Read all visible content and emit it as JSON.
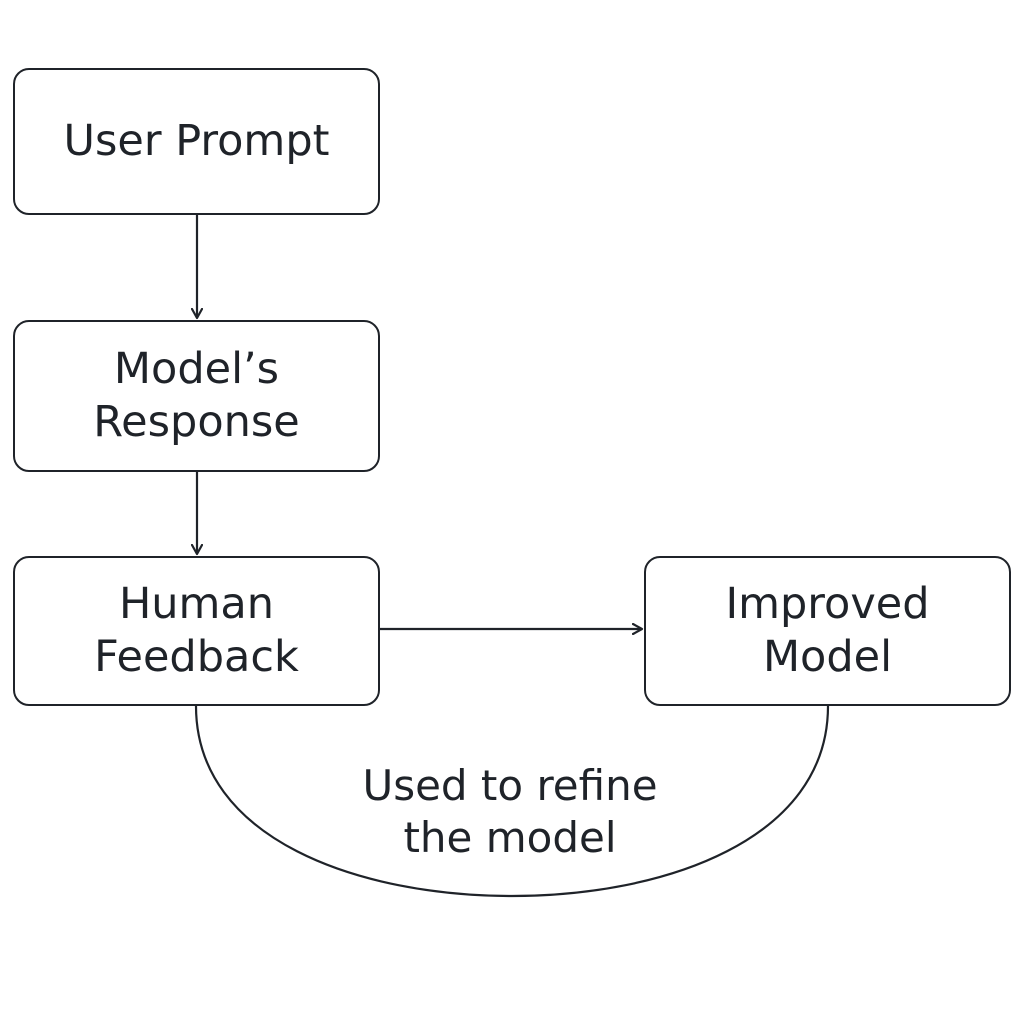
{
  "colors": {
    "stroke": "#1f2329",
    "background": "#ffffff"
  },
  "nodes": {
    "user_prompt": {
      "line1": "User Prompt"
    },
    "model_response": {
      "line1": "Model’s",
      "line2": "Response"
    },
    "human_feedback": {
      "line1": "Human",
      "line2": "Feedback"
    },
    "improved_model": {
      "line1": "Improved",
      "line2": "Model"
    }
  },
  "loop": {
    "line1": "Used to refine",
    "line2": "the model"
  },
  "edges": [
    {
      "from": "User Prompt",
      "to": "Model’s Response",
      "arrow": true
    },
    {
      "from": "Model’s Response",
      "to": "Human Feedback",
      "arrow": true
    },
    {
      "from": "Human Feedback",
      "to": "Improved Model",
      "arrow": true
    },
    {
      "from": "Human Feedback",
      "to": "Improved Model",
      "arrow": false,
      "shape": "curved-loop"
    }
  ]
}
